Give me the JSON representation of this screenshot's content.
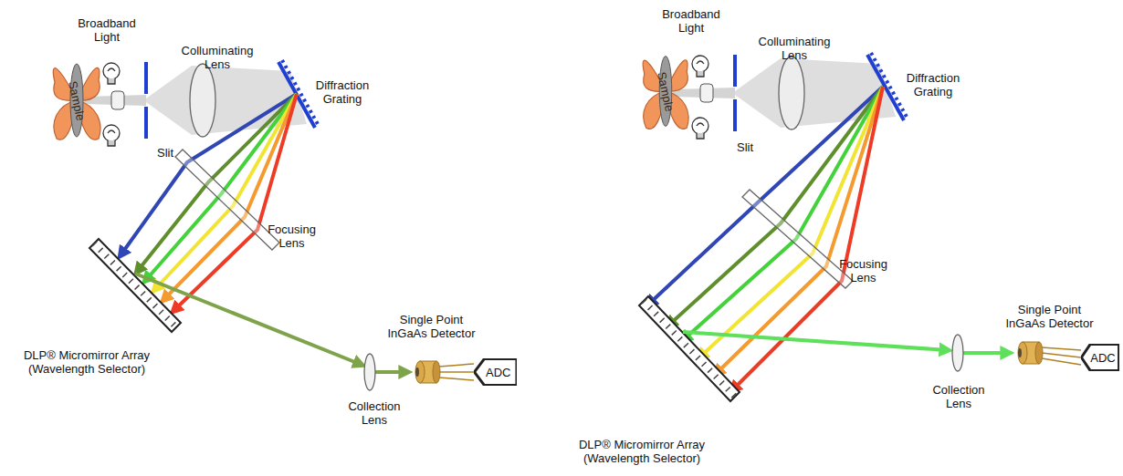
{
  "diagram": {
    "nodes": [
      {
        "text": [
          "Sample"
        ]
      },
      {
        "text": [
          "ADC"
        ]
      },
      {
        "text": [
          "Sample"
        ]
      },
      {
        "text": [
          "ADC"
        ]
      }
    ],
    "labels": [
      "Broadband Light",
      "Colluminating Lens",
      "Diffraction Grating",
      "Slit",
      "Focusing Lens",
      "DLP® Micromirror Array (Wavelength Selector)",
      "Collection Lens",
      "Single Point InGaAs Detector",
      "Broadband Light",
      "Colluminating Lens",
      "Diffraction Grating",
      "Slit",
      "Focusing Lens",
      "DLP® Micromirror Array (Wavelength Selector)",
      "Collection Lens",
      "Single Point InGaAs Detector"
    ]
  }
}
